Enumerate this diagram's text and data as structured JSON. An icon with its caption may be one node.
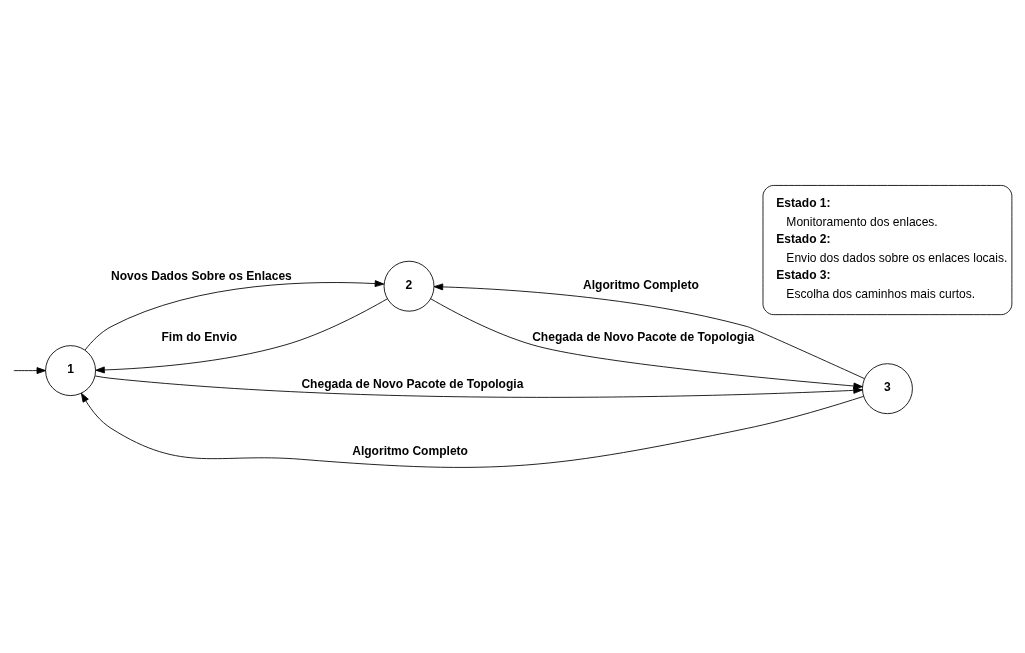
{
  "diagram": {
    "nodes": [
      {
        "text": [
          "1"
        ]
      },
      {
        "text": [
          "2"
        ]
      },
      {
        "text": [
          "3"
        ]
      },
      {
        "text": [
          "Estado 1:",
          "Monitoramento dos enlaces.",
          "Estado 2:",
          "Envio dos dados sobre os enlaces locais.",
          "Estado 3:",
          "Escolha dos caminhos mais curtos."
        ]
      }
    ],
    "edges": [
      {
        "from": null,
        "to": 0,
        "arrow": "to"
      },
      {
        "from": 0,
        "to": 1,
        "arrow": "to",
        "label": "Novos Dados Sobre os Enlaces"
      },
      {
        "from": 1,
        "to": 0,
        "arrow": "to",
        "label": "Fim do Envio"
      },
      {
        "from": 2,
        "to": 0,
        "arrow": "to",
        "label": "Algoritmo Completo"
      },
      {
        "from": 0,
        "to": 2,
        "arrow": "to",
        "label": "Chegada de Novo Pacote de Topologia"
      },
      {
        "from": 2,
        "to": 1,
        "arrow": "to",
        "label": "Algoritmo Completo"
      },
      {
        "from": 1,
        "to": 2,
        "arrow": "to",
        "label": "Chegada de Novo Pacote de Topologia"
      }
    ]
  }
}
